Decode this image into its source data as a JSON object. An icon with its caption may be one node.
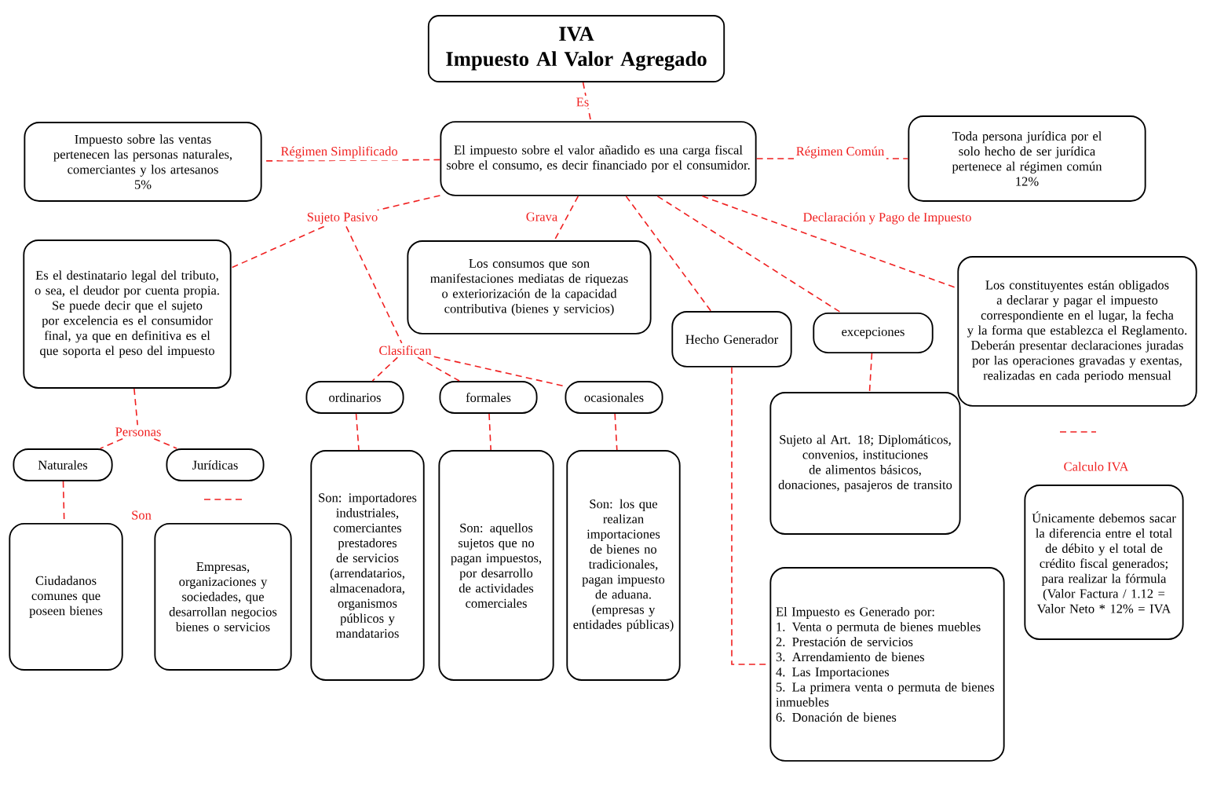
{
  "diagram": {
    "nodes": [
      {
        "text": [
          "IVA",
          "Impuesto Al Valor Agregado"
        ]
      },
      {
        "text": [
          "El impuesto sobre el valor añadido es una carga fiscal sobre el consumo, es decir financiado por el consumidor."
        ]
      },
      {
        "text": [
          "Impuesto sobre las ventas pertenecen las personas naturales, comerciantes y los artesanos",
          "5%"
        ]
      },
      {
        "text": [
          "Toda persona jurídica por el solo hecho de ser jurídica pertenece al régimen común",
          "12%"
        ]
      },
      {
        "text": [
          "Es el destinatario legal del tributo, o sea, el deudor por cuenta propia. Se puede decir que el sujeto por excelencia es el consumidor final, ya que en definitiva es el que soporta el peso del impuesto"
        ]
      },
      {
        "text": [
          "Los consumos que son manifestaciones mediatas de riquezas o exteriorización de la capacidad contributiva (bienes y servicios)"
        ]
      },
      {
        "text": [
          "Hecho Generador"
        ]
      },
      {
        "text": [
          "excepciones"
        ]
      },
      {
        "text": [
          "Los constituyentes están obligados a declarar y pagar el impuesto correspondiente en el lugar, la fecha y la forma que establezca el Reglamento. Deberán presentar declaraciones juradas por las operaciones gravadas y exentas, realizadas en cada periodo mensual"
        ]
      },
      {
        "text": [
          "Naturales"
        ]
      },
      {
        "text": [
          "Jurídicas"
        ]
      },
      {
        "text": [
          "ordinarios"
        ]
      },
      {
        "text": [
          "formales"
        ]
      },
      {
        "text": [
          "ocasionales"
        ]
      },
      {
        "text": [
          "Sujeto al Art. 18; Diplomáticos, convenios, instituciones de alimentos básicos, donaciones, pasajeros de transito"
        ]
      },
      {
        "text": [
          "Ciudadanos comunes que poseen bienes"
        ]
      },
      {
        "text": [
          "Empresas, organizaciones y sociedades, que desarrollan negocios bienes o servicios"
        ]
      },
      {
        "text": [
          "Son: importadores industriales, comerciantes prestadores de servicios (arrendatarios, almacenadora, organismos públicos y mandatarios"
        ]
      },
      {
        "text": [
          "Son: aquellos sujetos que no pagan impuestos, por desarrollo de actividades comerciales"
        ]
      },
      {
        "text": [
          "Son: los que realizan importaciones de bienes no tradicionales, pagan impuesto de aduana. (empresas y entidades públicas)"
        ]
      },
      {
        "text": [
          "El Impuesto es Generado por:",
          "1. Venta o permuta de bienes muebles",
          "2. Prestación de servicios",
          "3. Arrendamiento de bienes",
          "4. Las Importaciones",
          "5. La primera venta o permuta de bienes inmuebles",
          "6. Donación de bienes"
        ]
      },
      {
        "text": [
          "Únicamente debemos sacar la diferencia entre el total de débito y el total de crédito fiscal generados; para realizar la fórmula (Valor Factura / 1.12 = Valor Neto * 12% = IVA"
        ]
      },
      {
        "text": [
          "Sujeto Pasivo"
        ]
      },
      {
        "text": [
          "Clasifican"
        ]
      },
      {
        "text": [
          "Personas"
        ]
      }
    ],
    "edges": [
      {
        "from": 0,
        "to": 1,
        "arrow": "none",
        "label": "Es"
      },
      {
        "from": 1,
        "to": 2,
        "arrow": "none",
        "label": "Régimen Simplificado"
      },
      {
        "from": 1,
        "to": 3,
        "arrow": "none",
        "label": "Régimen Común"
      },
      {
        "from": 1,
        "to": 22,
        "arrow": "none"
      },
      {
        "from": 22,
        "to": 4,
        "arrow": "none"
      },
      {
        "from": 1,
        "to": 5,
        "arrow": "none",
        "label": "Grava"
      },
      {
        "from": 1,
        "to": 6,
        "arrow": "none"
      },
      {
        "from": 1,
        "to": 7,
        "arrow": "none"
      },
      {
        "from": 1,
        "to": 8,
        "arrow": "none",
        "label": "Declaración y Pago de Impuesto"
      },
      {
        "from": 22,
        "to": 23,
        "arrow": "none"
      },
      {
        "from": 23,
        "to": 11,
        "arrow": "none"
      },
      {
        "from": 23,
        "to": 12,
        "arrow": "none"
      },
      {
        "from": 23,
        "to": 13,
        "arrow": "none"
      },
      {
        "from": 4,
        "to": 24,
        "arrow": "none"
      },
      {
        "from": 24,
        "to": 9,
        "arrow": "none"
      },
      {
        "from": 24,
        "to": 10,
        "arrow": "none"
      },
      {
        "from": 9,
        "to": 15,
        "arrow": "none"
      },
      {
        "from": 11,
        "to": 17,
        "arrow": "none"
      },
      {
        "from": 12,
        "to": 18,
        "arrow": "none"
      },
      {
        "from": 13,
        "to": 19,
        "arrow": "none"
      },
      {
        "from": 7,
        "to": 14,
        "arrow": "none"
      },
      {
        "from": 6,
        "to": 20,
        "arrow": "none"
      }
    ],
    "labels": [
      "Son",
      "Calculo IVA"
    ]
  }
}
